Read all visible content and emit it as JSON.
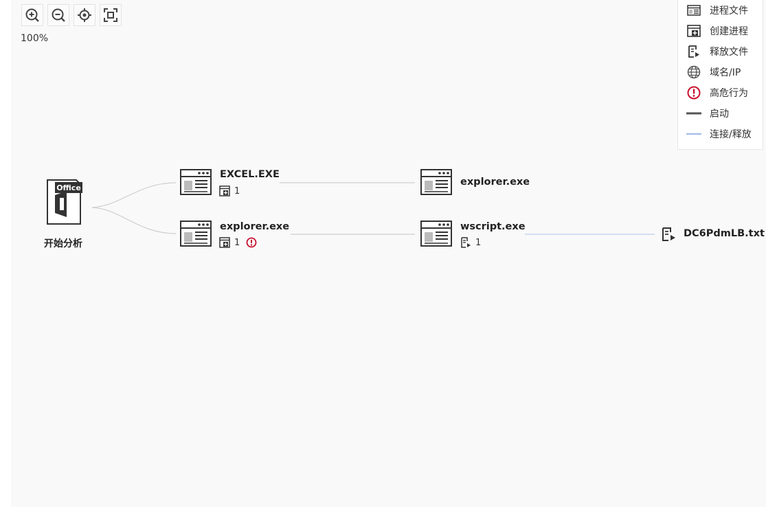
{
  "toolbar": {
    "buttons": [
      {
        "name": "zoom-in-button",
        "icon": "zoom-in-icon"
      },
      {
        "name": "zoom-out-button",
        "icon": "zoom-out-icon"
      },
      {
        "name": "locate-button",
        "icon": "crosshair-icon"
      },
      {
        "name": "fit-view-button",
        "icon": "fit-screen-icon"
      }
    ],
    "zoom_level": "100%"
  },
  "legend": {
    "items": [
      {
        "icon": "process-file-icon",
        "label": "进程文件"
      },
      {
        "icon": "create-process-icon",
        "label": "创建进程"
      },
      {
        "icon": "release-file-icon",
        "label": "释放文件"
      },
      {
        "icon": "globe-icon",
        "label": "域名/IP"
      },
      {
        "icon": "alert-icon",
        "label": "高危行为"
      },
      {
        "icon": "start-line-icon",
        "label": "启动"
      },
      {
        "icon": "connect-line-icon",
        "label": "连接/释放"
      }
    ]
  },
  "graph": {
    "root": {
      "label": "开始分析",
      "icon": "office-icon",
      "badge": "Office"
    },
    "nodes": {
      "excel": {
        "name": "EXCEL.EXE",
        "create_count": "1"
      },
      "explorer_a": {
        "name": "explorer.exe"
      },
      "explorer_b": {
        "name": "explorer.exe",
        "create_count": "1",
        "high_risk": true
      },
      "wscript": {
        "name": "wscript.exe",
        "release_count": "1"
      },
      "file": {
        "name": "DC6PdmLB.txt"
      }
    }
  },
  "colors": {
    "start_line": "#d0d0d0",
    "connect_line": "#c6d5ee",
    "alert": "#c8102e",
    "icon": "#333333"
  }
}
